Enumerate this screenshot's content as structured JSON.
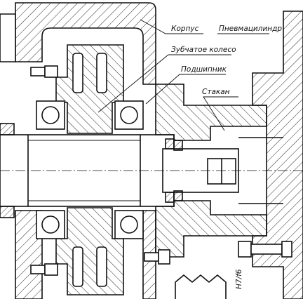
{
  "labels": {
    "housing": "Корпус",
    "cylinder": "Пневмацилиндр",
    "gear": "Зубчатое колесо",
    "bearing": "Подшипник",
    "cup": "Стакан",
    "fit": "H7/f6"
  }
}
